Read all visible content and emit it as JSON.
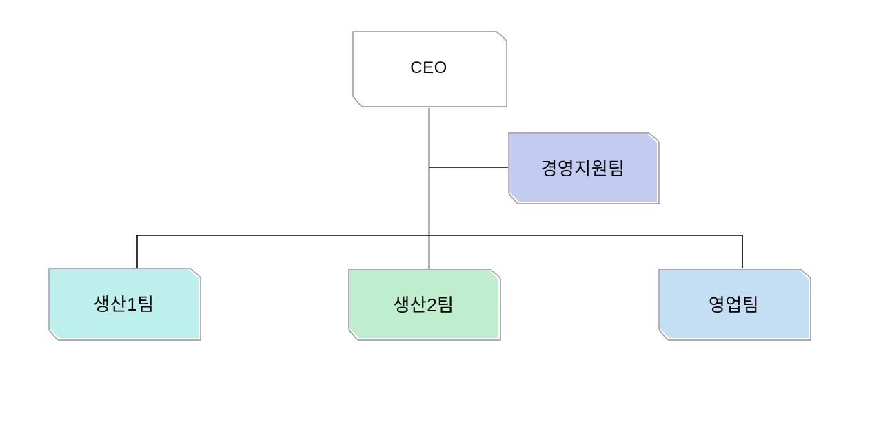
{
  "chart": {
    "type": "org-chart",
    "title": "",
    "nodes": [
      {
        "id": "ceo",
        "label": "CEO",
        "fill": "#ffffff"
      },
      {
        "id": "management-support",
        "label": "경영지원팀",
        "fill": "#c2cbf0"
      },
      {
        "id": "production-team-1",
        "label": "생산1팀",
        "fill": "#bdf0ec"
      },
      {
        "id": "production-team-2",
        "label": "생산2팀",
        "fill": "#beeecd"
      },
      {
        "id": "sales-team",
        "label": "영업팀",
        "fill": "#c4dff4"
      }
    ],
    "edges": [
      {
        "from": "ceo",
        "to": "management-support",
        "style": "side-branch"
      },
      {
        "from": "ceo",
        "to": "production-team-1",
        "style": "tree"
      },
      {
        "from": "ceo",
        "to": "production-team-2",
        "style": "tree"
      },
      {
        "from": "ceo",
        "to": "sales-team",
        "style": "tree"
      }
    ]
  },
  "colors": {
    "background": "#ffffff",
    "node_outline": "#8d929b",
    "connector": "#000000",
    "text": "#000000"
  }
}
